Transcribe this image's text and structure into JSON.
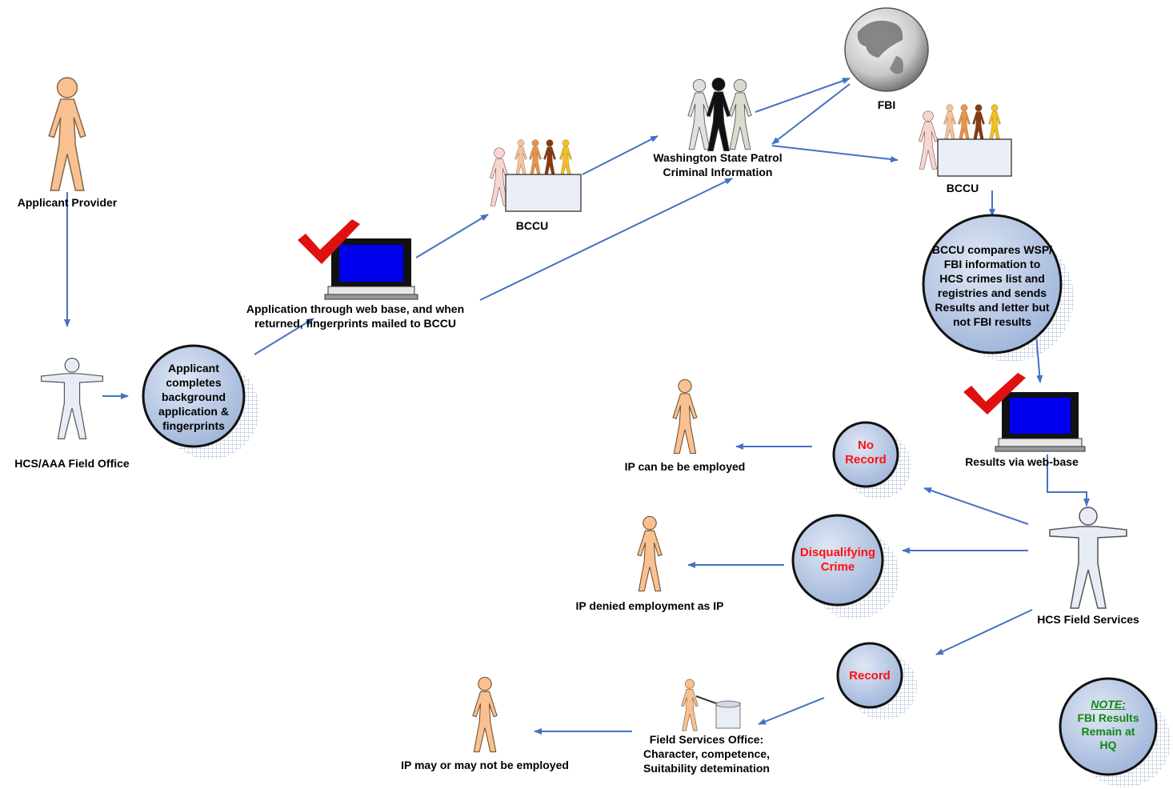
{
  "labels": {
    "applicant_provider": "Applicant Provider",
    "hcs_aaa_field_office": "HCS/AAA Field Office",
    "application_web": [
      "Application through web base, and when",
      "returned, fingerprints mailed to BCCU"
    ],
    "bccu_left": "BCCU",
    "bccu_right": "BCCU",
    "wsp": [
      "Washington State Patrol",
      "Criminal Information"
    ],
    "fbi": "FBI",
    "results_web": "Results via web-base",
    "hcs_field_services": "HCS Field Services",
    "ip_employed": "IP can be be employed",
    "ip_denied": "IP denied employment as IP",
    "ip_may": "IP may or may not be employed",
    "field_services_office": [
      "Field Services Office:",
      "Character, competence,",
      "Suitability detemination"
    ]
  },
  "circles": {
    "applicant_completes": [
      "Applicant",
      "completes",
      "background",
      "application &",
      "fingerprints"
    ],
    "bccu_compares": [
      "BCCU compares WSP/",
      "FBI information to",
      "HCS crimes list and",
      "registries and sends",
      "Results and letter but",
      "not FBI results"
    ],
    "no_record": [
      "No",
      "Record"
    ],
    "disqualifying": [
      "Disqualifying",
      "Crime"
    ],
    "record": [
      "Record"
    ],
    "note_title": "NOTE:",
    "note_body": [
      "FBI Results",
      "Remain at HQ"
    ]
  },
  "colors": {
    "arrow": "#4472c4",
    "figure_orange": "#f9c191",
    "figure_light": "#e8ecf6",
    "circle_fill": "#b9c9e3",
    "screen_blue": "#0000ee",
    "check_red": "#e01010",
    "red_text": "#ff1010",
    "note_green": "#118811"
  }
}
